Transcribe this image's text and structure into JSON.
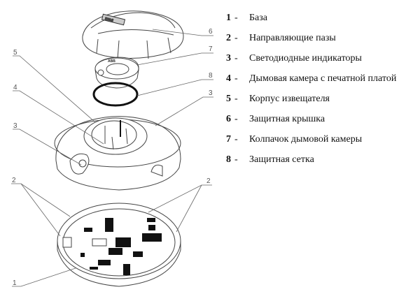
{
  "diagram": {
    "callouts": {
      "c6": "6",
      "c7": "7",
      "c8": "8",
      "c3_right": "3",
      "c5": "5",
      "c4": "4",
      "c3_left": "3",
      "c2_left": "2",
      "c2_right": "2",
      "c1": "1"
    },
    "cap_logo_text": "ESMI",
    "cap_brand": "ABB"
  },
  "legend": {
    "items": [
      {
        "num": "1",
        "sep": "-",
        "label": "База"
      },
      {
        "num": "2",
        "sep": "-",
        "label": "Направляющие пазы"
      },
      {
        "num": "3",
        "sep": "-",
        "label": "Светодиодные индикаторы"
      },
      {
        "num": "4",
        "sep": "-",
        "label": "Дымовая камера с печатной платой"
      },
      {
        "num": "5",
        "sep": "-",
        "label": "Корпус извещателя"
      },
      {
        "num": "6",
        "sep": "-",
        "label": "Защитная крышка"
      },
      {
        "num": "7",
        "sep": "-",
        "label": "Колпачок дымовой камеры"
      },
      {
        "num": "8",
        "sep": "-",
        "label": "Защитная сетка"
      }
    ]
  },
  "colors": {
    "line": "#333333",
    "leader": "#666666",
    "dark": "#111111"
  }
}
